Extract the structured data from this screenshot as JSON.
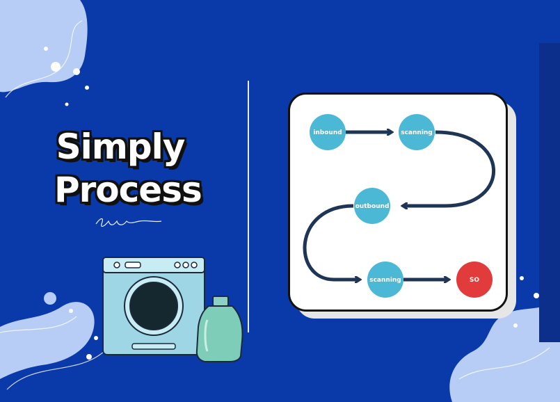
{
  "title": {
    "line1": "Simply",
    "line2": "Process"
  },
  "flow": {
    "nodes": [
      {
        "id": "inbound",
        "label": "inbound",
        "color": "#4bb8d6"
      },
      {
        "id": "scanning1",
        "label": "scanning",
        "color": "#4bb8d6"
      },
      {
        "id": "outbound",
        "label": "outbound",
        "color": "#4bb8d6"
      },
      {
        "id": "scanning2",
        "label": "scanning",
        "color": "#4bb8d6"
      },
      {
        "id": "so",
        "label": "SO",
        "color": "#e23b3b"
      }
    ],
    "edges": [
      {
        "from": "inbound",
        "to": "scanning1"
      },
      {
        "from": "scanning1",
        "to": "outbound"
      },
      {
        "from": "outbound",
        "to": "scanning2"
      },
      {
        "from": "scanning2",
        "to": "so"
      }
    ],
    "arrow_color": "#1e3556"
  },
  "colors": {
    "background": "#0a3aaa",
    "blob": "#b7cdf5",
    "washer": "#9ed6e6"
  },
  "icons": [
    "washing-machine-icon",
    "detergent-bottle-icon",
    "signature-squiggle"
  ]
}
